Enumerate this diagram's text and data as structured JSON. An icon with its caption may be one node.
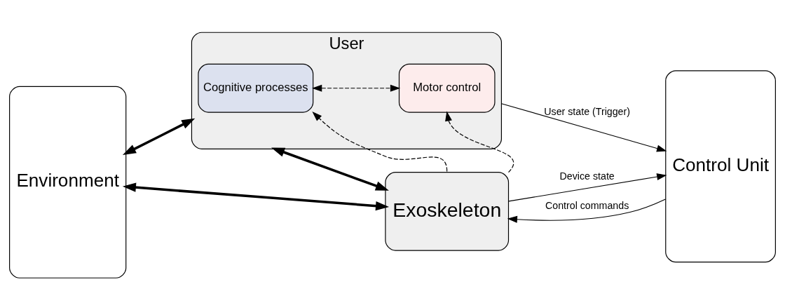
{
  "diagram": {
    "nodes": [
      {
        "text": [
          "Environment"
        ]
      },
      {
        "text": [
          "User"
        ]
      },
      {
        "text": [
          "Cognitive processes"
        ],
        "in": 1
      },
      {
        "text": [
          "Motor control"
        ],
        "in": 1
      },
      {
        "text": [
          "Exoskeleton"
        ]
      },
      {
        "text": [
          "Control Unit"
        ]
      }
    ],
    "edges": [
      {
        "from": 0,
        "to": 1,
        "arrow": "both",
        "style": "thick"
      },
      {
        "from": 2,
        "to": 3,
        "arrow": "both",
        "style": "dashed"
      },
      {
        "from": 1,
        "to": 5,
        "arrow": "to",
        "label": "User state (Trigger)"
      },
      {
        "from": 4,
        "to": 2,
        "arrow": "to",
        "style": "dashed"
      },
      {
        "from": 4,
        "to": 3,
        "arrow": "to",
        "style": "dashed"
      },
      {
        "from": 1,
        "to": 4,
        "arrow": "both",
        "style": "thick"
      },
      {
        "from": 0,
        "to": 4,
        "arrow": "both",
        "style": "thick"
      },
      {
        "from": 4,
        "to": 5,
        "arrow": "to",
        "label": "Device state"
      },
      {
        "from": 5,
        "to": 4,
        "arrow": "to",
        "label": "Control commands"
      }
    ]
  }
}
